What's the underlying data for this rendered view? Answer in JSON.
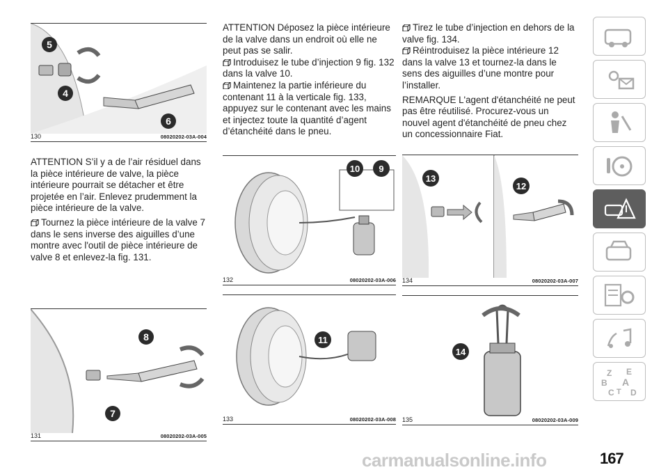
{
  "columns": {
    "left": {
      "para1": "ATTENTION S’il y a de l’air résiduel dans la pièce intérieure de valve, la pièce intérieure pourrait se détacher et être projetée en l’air. Enlevez prudemment la pièce intérieure de la valve.",
      "para2": "Tournez la pièce intérieure de la valve 7 dans le sens inverse des aiguilles d’une montre avec l'outil de pièce intérieure de valve 8 et enlevez-la fig. 131."
    },
    "middle": {
      "para1": "ATTENTION Déposez la pièce intérieure de la valve dans un endroit où elle ne peut pas se salir.",
      "para2": "Introduisez le tube d’injection 9 fig. 132 dans la valve 10.",
      "para3": "Maintenez la partie inférieure du contenant 11 à la verticale fig. 133, appuyez sur le contenant avec les mains et injectez toute la quantité d’agent d’étanchéité dans le pneu."
    },
    "right": {
      "para1": "Tirez le tube d’injection en dehors de la valve fig. 134.",
      "para2": "Réintroduisez la pièce intérieure 12 dans la valve 13 et tournez-la dans le sens des aiguilles d’une montre pour l’installer.",
      "para3": "REMARQUE L'agent d'étanchéité ne peut pas être réutilisé. Procurez-vous un nouvel agent d'étanchéité de pneu chez un concessionnaire Fiat."
    }
  },
  "figures": {
    "f130": {
      "num": "130",
      "code": "08020202-03A-004",
      "labels": [
        "5",
        "4",
        "6"
      ]
    },
    "f131": {
      "num": "131",
      "code": "08020202-03A-005",
      "labels": [
        "8",
        "7"
      ]
    },
    "f132": {
      "num": "132",
      "code": "08020202-03A-006",
      "labels": [
        "10",
        "9"
      ]
    },
    "f133": {
      "num": "133",
      "code": "08020202-03A-008",
      "labels": [
        "11"
      ]
    },
    "f134": {
      "num": "134",
      "code": "08020202-03A-007",
      "labels": [
        "13",
        "12"
      ]
    },
    "f135": {
      "num": "135",
      "code": "08020202-03A-009",
      "labels": [
        "14"
      ]
    }
  },
  "sidebar": {
    "items": [
      {
        "icon": "car-dashboard-icon"
      },
      {
        "icon": "warning-lights-icon"
      },
      {
        "icon": "seat-safety-icon"
      },
      {
        "icon": "steering-wheel-icon"
      },
      {
        "icon": "emergency-icon",
        "active": true
      },
      {
        "icon": "car-service-icon"
      },
      {
        "icon": "specs-gear-icon"
      },
      {
        "icon": "multimedia-icon"
      },
      {
        "icon": "index-letters-icon",
        "letters": [
          "Z",
          "E",
          "B",
          "A",
          "C",
          "T",
          "D"
        ]
      }
    ],
    "bullet_icon": "bullet-box-icon"
  },
  "page": {
    "number": "167",
    "watermark": "carmanualsonline.info"
  },
  "colors": {
    "text": "#222222",
    "sidebar_border": "#bdbdbd",
    "sidebar_active": "#5e5e5e",
    "label_fill": "#2b2b2b",
    "tire_gray": "#9a9a9a"
  }
}
